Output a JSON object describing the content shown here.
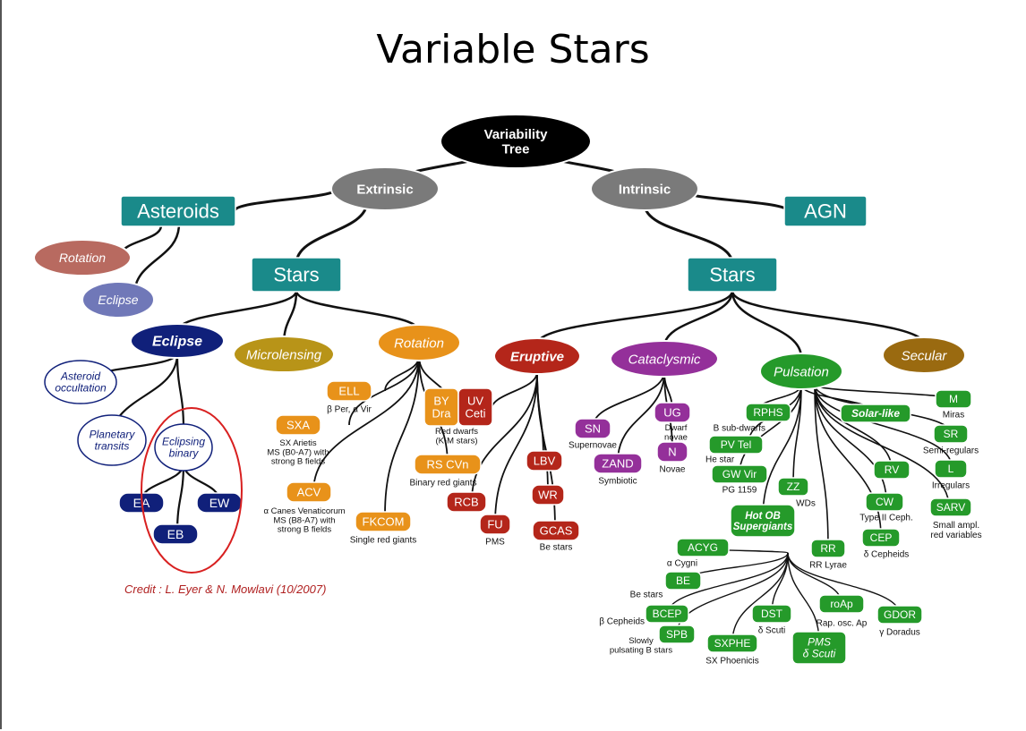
{
  "title": "Variable Stars",
  "credit": "Credit :  L. Eyer & N. Mowlavi  (10/2007)",
  "colors": {
    "root": "#000000",
    "branch": "#7a7a7a",
    "teal": "#1a8a8a",
    "eclipse_blue": "#10207a",
    "microlensing": "#b89418",
    "rotation": "#e8921a",
    "eruptive": "#b4261a",
    "cataclysmic": "#94309a",
    "pulsation": "#259a2a",
    "secular": "#9a6a10",
    "asteroid_rotation": "#b86a60",
    "asteroid_eclipse": "#7078b8",
    "highlight_circle": "#d82020"
  },
  "nodes": {
    "root": "Variability\nTree",
    "extrinsic": "Extrinsic",
    "intrinsic": "Intrinsic",
    "asteroids": "Asteroids",
    "agn": "AGN",
    "rotation_ast": "Rotation",
    "eclipse_ast": "Eclipse",
    "stars_left": "Stars",
    "stars_right": "Stars",
    "eclipse": "Eclipse",
    "microlensing": "Microlensing",
    "rotation": "Rotation",
    "eruptive": "Eruptive",
    "cataclysmic": "Cataclysmic",
    "pulsation": "Pulsation",
    "secular": "Secular",
    "asteroid_occultation": "Asteroid\noccultation",
    "planetary_transits": "Planetary\ntransits",
    "eclipsing_binary": "Eclipsing\nbinary",
    "ea": "EA",
    "ew": "EW",
    "eb": "EB",
    "ell": "ELL",
    "sxa": "SXA",
    "acv": "ACV",
    "fkcom": "FKCOM",
    "by_dra": "BY\nDra",
    "uv_ceti": "UV\nCeti",
    "rs_cvn": "RS CVn",
    "lbv": "LBV",
    "wr": "WR",
    "rcb": "RCB",
    "fu": "FU",
    "gcas": "GCAS",
    "sn": "SN",
    "zand": "ZAND",
    "ug": "UG",
    "n": "N",
    "rphs": "RPHS",
    "pv_tel": "PV Tel",
    "gw_vir": "GW Vir",
    "zz": "ZZ",
    "solar_like": "Solar-like",
    "m": "M",
    "sr": "SR",
    "l": "L",
    "sarv": "SARV",
    "rv": "RV",
    "cw": "CW",
    "cep": "CEP",
    "rr": "RR",
    "hot_ob": "Hot OB\nSupergiants",
    "acyg": "ACYG",
    "be": "BE",
    "bcep": "BCEP",
    "spb": "SPB",
    "sxphe": "SXPHE",
    "dst": "DST",
    "roap": "roAp",
    "gdor": "GDOR",
    "pms": "PMS\nδ Scuti"
  },
  "captions": {
    "ell": "β Per, α Vir",
    "sxa": "SX Arietis\nMS (B0-A7) with\nstrong B fields",
    "acv": "α Canes Venaticorum\nMS (B8-A7) with\nstrong B fields",
    "fkcom": "Single red giants",
    "by_uv": "Red dwarfs\n(K-M stars)",
    "rs_cvn": "Binary red giants",
    "fu": "PMS",
    "gcas": "Be stars",
    "sn": "Supernovae",
    "zand": "Symbiotic",
    "ug": "Dwarf\nnovae",
    "n": "Novae",
    "rphs": "B sub-dwarfs",
    "pv_tel": "He star",
    "gw_vir": "PG 1159",
    "zz": "WDs",
    "m": "Miras",
    "sr": "Semi-regulars",
    "l": "Irregulars",
    "sarv": "Small ampl.\nred variables",
    "cw": "Type II Ceph.",
    "cep": "δ Cepheids",
    "rr": "RR Lyrae",
    "acyg": "α Cygni",
    "be": "Be stars",
    "bcep": "β Cepheids",
    "spb": "Slowly\npulsating B stars",
    "sxphe": "SX Phoenicis",
    "dst": "δ Scuti",
    "roap": "Rap. osc. Ap",
    "gdor": "γ Doradus"
  }
}
